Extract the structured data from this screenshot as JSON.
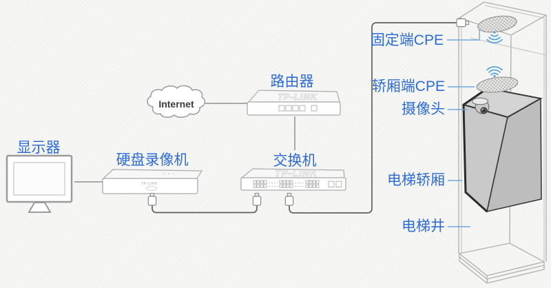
{
  "diagram_type": "elevator-wireless-surveillance-topology",
  "colors": {
    "label_blue": "#2e6cd5",
    "callout_line_blue": "#74a7de",
    "wifi_blue": "#55a1d7",
    "cable_gray": "#5f5f5f",
    "device_outline_gray": "#ababab",
    "shaft_wireframe_gray": "#b1b1b1",
    "elevator_car_gray": "#c9c9c9",
    "background": "#f5f5f3"
  },
  "brand": "TP-LINK",
  "nodes": {
    "monitor": {
      "label": "显示器"
    },
    "nvr": {
      "label": "硬盘录像机"
    },
    "internet": {
      "label": "Internet"
    },
    "router": {
      "label": "路由器"
    },
    "switch": {
      "label": "交换机"
    }
  },
  "callouts": {
    "fixed_cpe": {
      "label": "固定端CPE"
    },
    "car_cpe": {
      "label": "轿厢端CPE"
    },
    "camera": {
      "label": "摄像头"
    },
    "elevator_car": {
      "label": "电梯轿厢"
    },
    "elevator_shaft": {
      "label": "电梯井"
    }
  }
}
